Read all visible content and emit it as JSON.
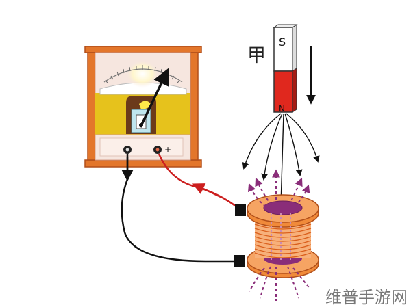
{
  "labels": {
    "magnet_name": "甲",
    "pole_top": "S",
    "pole_bottom": "N",
    "terminal_minus": "-",
    "terminal_plus": "+",
    "watermark": "维普手游网"
  },
  "colors": {
    "meter_frame": "#e3762b",
    "meter_frame_dark": "#b14f1a",
    "dial_face": "#f6e6df",
    "meter_yellow": "#e6c21c",
    "magnet_red": "#e0281e",
    "wire_red": "#cc1f1f",
    "wire_black": "#111111",
    "coil_orange": "#f08a3a",
    "field_arrow_purple": "#8a2d79",
    "field_dot_pink": "#c98bb4"
  },
  "icons": {
    "motion_arrow": "arrow-down-icon",
    "current_arrow": "arrow-left-icon",
    "meter_needle": "needle-arrow-icon"
  }
}
